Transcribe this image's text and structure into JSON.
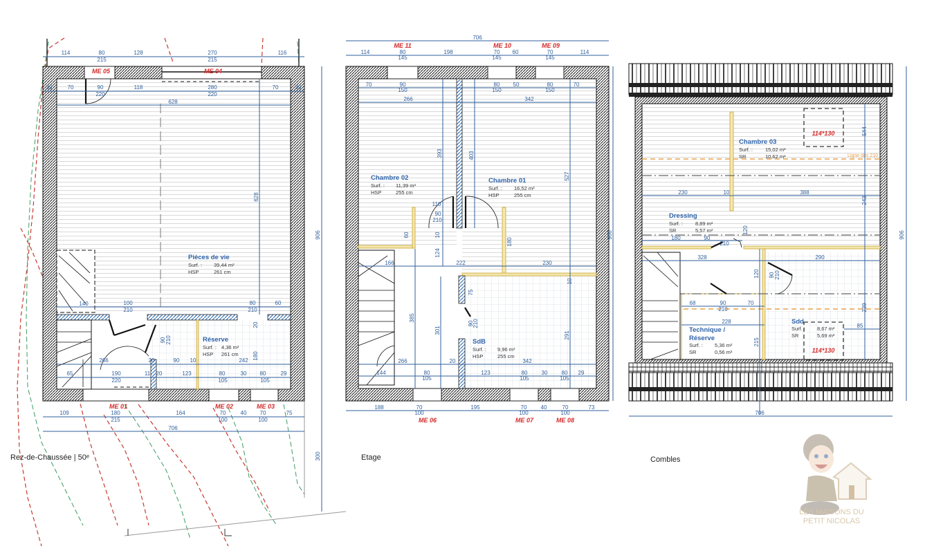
{
  "rdc": {
    "title": "Rez-de-Chaussée | 50ᵉ",
    "windows": [
      "ME 05",
      "ME 04",
      "ME 01",
      "ME 02",
      "ME 03"
    ],
    "rooms": [
      {
        "name": "Pièces de vie",
        "k1": "Surf. :",
        "v1": "39,44 m²",
        "k2": "HSP",
        "v2": "261 cm"
      },
      {
        "name": "Réserve",
        "k1": "Surf. :",
        "v1": "4,36 m²",
        "k2": "HSP",
        "v2": "261 cm"
      }
    ],
    "dims": [
      "114",
      "80",
      "128",
      "270",
      "116",
      "215",
      "215",
      "39",
      "70",
      "90",
      "118",
      "280",
      "70",
      "39",
      "220",
      "220",
      "628",
      "628",
      "906",
      "140",
      "100",
      "80",
      "60",
      "210",
      "210",
      "266",
      "20",
      "90",
      "10",
      "242",
      "65",
      "190",
      "11",
      "20",
      "123",
      "80",
      "30",
      "80",
      "29",
      "220",
      "105",
      "105",
      "109",
      "180",
      "164",
      "70",
      "40",
      "70",
      "75",
      "215",
      "100",
      "100",
      "706",
      "300",
      "90",
      "210",
      "20",
      "180"
    ]
  },
  "etage": {
    "title": "Etage",
    "windows": [
      "ME 11",
      "ME 10",
      "ME 09",
      "ME 06",
      "ME 07",
      "ME 08"
    ],
    "rooms": [
      {
        "name": "Chambre 02",
        "k1": "Surf. :",
        "v1": "11,39 m²",
        "k2": "HSP",
        "v2": "255 cm"
      },
      {
        "name": "Chambre 01",
        "k1": "Surf. :",
        "v1": "16,52 m²",
        "k2": "HSP",
        "v2": "255 cm"
      },
      {
        "name": "SdB",
        "k1": "Surf. :",
        "v1": "9,96 m²",
        "k2": "HSP",
        "v2": "255 cm"
      }
    ],
    "dims": [
      "706",
      "114",
      "80",
      "198",
      "70",
      "60",
      "70",
      "114",
      "145",
      "145",
      "145",
      "70",
      "90",
      "80",
      "50",
      "80",
      "70",
      "150",
      "150",
      "150",
      "266",
      "342",
      "393",
      "403",
      "527",
      "906",
      "110",
      "90",
      "210",
      "60",
      "10",
      "124",
      "180",
      "166",
      "222",
      "230",
      "10",
      "75",
      "90",
      "210",
      "385",
      "301",
      "291",
      "266",
      "20",
      "342",
      "144",
      "80",
      "123",
      "80",
      "30",
      "80",
      "29",
      "105",
      "105",
      "105",
      "188",
      "70",
      "195",
      "70",
      "40",
      "70",
      "73",
      "100",
      "100",
      "100"
    ]
  },
  "combles": {
    "title": "Combles",
    "skylights": [
      "114*130",
      "114*130"
    ],
    "line_label": "Ligne des 210",
    "rooms": [
      {
        "name": "Chambre 03",
        "k1": "Surf. :",
        "v1": "15,02 m²",
        "k2": "SR",
        "v2": "10,62 m²"
      },
      {
        "name": "Dressing",
        "k1": "Surf. :",
        "v1": "8,89 m²",
        "k2": "SR",
        "v2": "5,57 m²"
      },
      {
        "name": "Technique /",
        "name2": "Réserve",
        "k1": "Surf. :",
        "v1": "5,36 m²",
        "k2": "SR",
        "v2": "0,56 m²"
      },
      {
        "name": "Sdd",
        "k1": "Surf. :",
        "v1": "8,67 m²",
        "k2": "SR",
        "v2": "5,69 m²"
      }
    ],
    "dims": [
      "544",
      "230",
      "10",
      "388",
      "243",
      "906",
      "180",
      "90",
      "210",
      "120",
      "328",
      "290",
      "120",
      "90",
      "210",
      "68",
      "90",
      "70",
      "210",
      "228",
      "85",
      "239",
      "215",
      "706"
    ]
  },
  "logo": {
    "line1": "LES MAISONS DU",
    "line2": "PETIT NICOLAS"
  },
  "colors": {
    "dimension": "#2f5f9c",
    "window_label": "#d42a2a",
    "room_name": "#2f63a8",
    "ligne_210": "#e8a04a"
  }
}
